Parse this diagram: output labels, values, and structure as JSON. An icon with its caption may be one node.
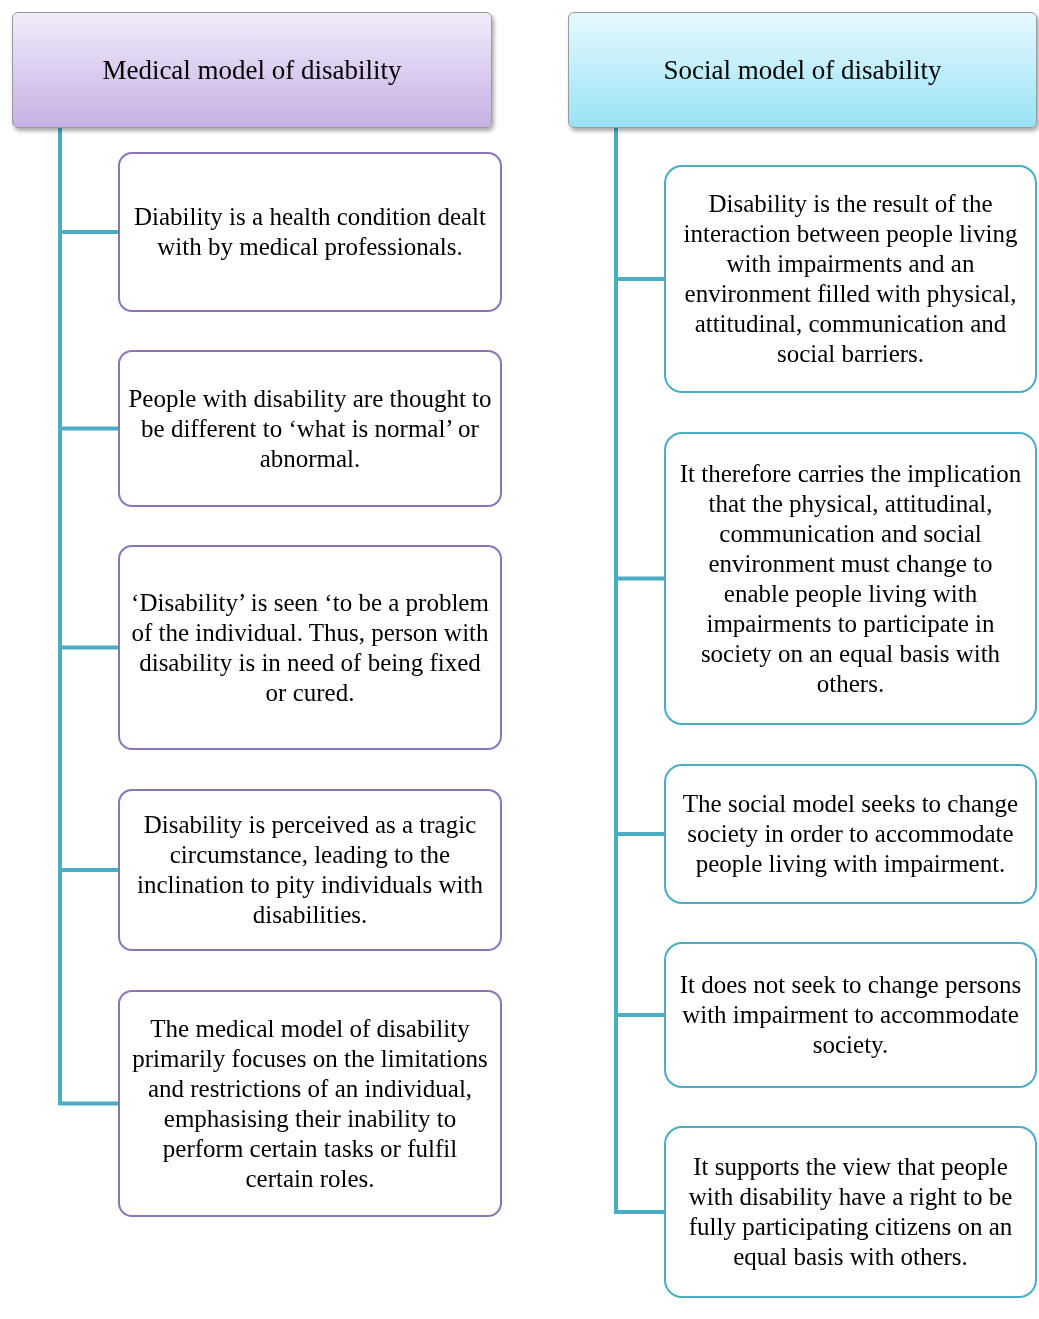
{
  "diagram": {
    "nodes": [
      {
        "text": [
          "Medical model of disability"
        ]
      },
      {
        "text": [
          "Diability is a health condition dealt with by medical professionals."
        ]
      },
      {
        "text": [
          "People with disability are thought to be different to ‘what is normal’ or abnormal."
        ]
      },
      {
        "text": [
          "‘Disability’ is seen ‘to be a problem of the individual. Thus, person with disability is in need of being fixed or cured."
        ]
      },
      {
        "text": [
          "Disability is perceived as a tragic circumstance, leading to the inclination to pity individuals with disabilities."
        ]
      },
      {
        "text": [
          "The medical model of disability primarily focuses on the limitations and restrictions of an individual, emphasising their inability to perform certain tasks or fulfil certain roles."
        ]
      },
      {
        "text": [
          "Social model of disability"
        ]
      },
      {
        "text": [
          "Disability is the result of the interaction between people living with impairments and an environment filled with physical, attitudinal, communication and social barriers."
        ]
      },
      {
        "text": [
          "It therefore carries the implication that the physical, attitudinal, communication and social environment must change to enable people living with impairments to participate in society on an equal basis with others."
        ]
      },
      {
        "text": [
          "The social model seeks to change society in order to accommodate people living with impairment."
        ]
      },
      {
        "text": [
          "It does not seek to change persons with impairment to accommodate society."
        ]
      },
      {
        "text": [
          "It supports the view that people with disability have a right to be fully participating citizens on an equal basis with others."
        ]
      }
    ],
    "edges": [
      {
        "from": 0,
        "to": 1,
        "arrow": "none"
      },
      {
        "from": 0,
        "to": 2,
        "arrow": "none"
      },
      {
        "from": 0,
        "to": 3,
        "arrow": "none"
      },
      {
        "from": 0,
        "to": 4,
        "arrow": "none"
      },
      {
        "from": 0,
        "to": 5,
        "arrow": "none"
      },
      {
        "from": 6,
        "to": 7,
        "arrow": "none"
      },
      {
        "from": 6,
        "to": 8,
        "arrow": "none"
      },
      {
        "from": 6,
        "to": 9,
        "arrow": "none"
      },
      {
        "from": 6,
        "to": 10,
        "arrow": "none"
      },
      {
        "from": 6,
        "to": 11,
        "arrow": "none"
      }
    ]
  }
}
